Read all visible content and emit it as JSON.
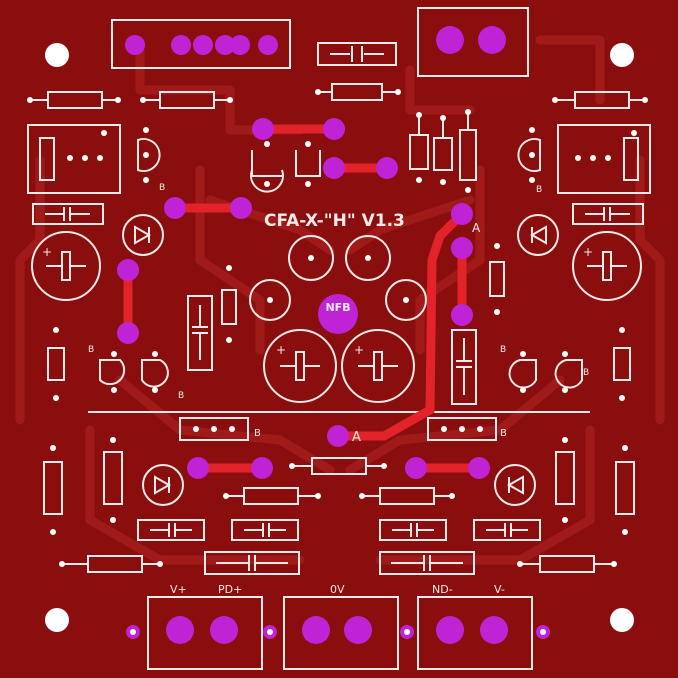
{
  "board": {
    "title": "CFA-X-\"H\" V1.3",
    "nfb_label": "NFB",
    "jumper_a_label": "A",
    "labels": {
      "v_plus": "V+",
      "pd_plus": "PD+",
      "zero_v": "0V",
      "nd_minus": "ND-",
      "v_minus": "V-",
      "b": "B",
      "a": "A"
    }
  },
  "colors": {
    "board": "#8b0e0e",
    "silkscreen": "#f4eaea",
    "pad": "#c022d6",
    "track": "#e2232a"
  }
}
